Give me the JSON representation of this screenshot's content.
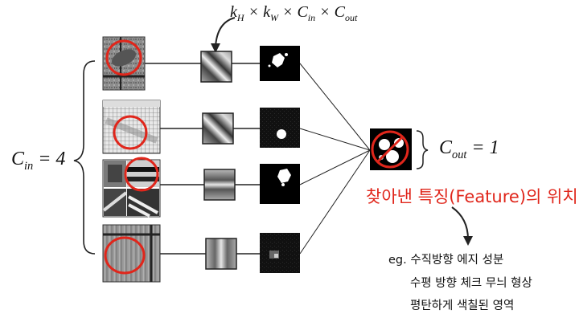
{
  "labels": {
    "kernel_shape": "k_H × k_W × C_in × C_out",
    "cin": "C_in = 4",
    "cout": "C_out = 1",
    "feature_position": "찾아낸 특징(Feature)의 위치"
  },
  "examples": [
    "eg. 수직방향 에지 성분",
    "수평 방향 체크 무늬 형상",
    "평탄하게 색칠된 영역"
  ],
  "colors": {
    "highlight": "#e0261b",
    "line": "#222222",
    "image_bg": "#8a8a8a",
    "feature_bg": "#000000"
  },
  "rows": [
    {
      "input": "textured-gray-image",
      "kernel": "diagonal-stripe-kernel",
      "feature": "white-blob-top"
    },
    {
      "input": "grid-pattern-image",
      "kernel": "diagonal-stripe-kernel",
      "feature": "white-dot-center"
    },
    {
      "input": "multi-panel-stripes-image",
      "kernel": "horizontal-stripe-kernel",
      "feature": "white-blob-cluster"
    },
    {
      "input": "wood-grain-image",
      "kernel": "vertical-stripe-kernel",
      "feature": "faint-gray-blob"
    }
  ]
}
